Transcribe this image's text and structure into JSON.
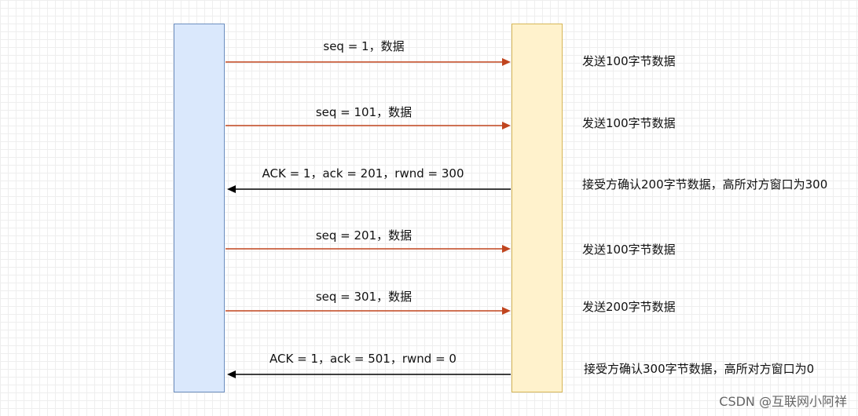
{
  "colors": {
    "forward_arrow": "#c0451f",
    "reverse_arrow": "#000000",
    "left_fill": "#dae8fc",
    "left_stroke": "#6c8ebf",
    "right_fill": "#fff2cc",
    "right_stroke": "#d6b656"
  },
  "messages": [
    {
      "label": "seq = 1，数据",
      "direction": "right",
      "note": "发送100字节数据"
    },
    {
      "label": "seq = 101，数据",
      "direction": "right",
      "note": "发送100字节数据"
    },
    {
      "label": "ACK = 1，ack = 201，rwnd = 300",
      "direction": "left",
      "note": "接受方确认200字节数据，高所对方窗口为300"
    },
    {
      "label": "seq = 201，数据",
      "direction": "right",
      "note": "发送100字节数据"
    },
    {
      "label": "seq = 301，数据",
      "direction": "right",
      "note": "发送200字节数据"
    },
    {
      "label": "ACK = 1，ack = 501，rwnd = 0",
      "direction": "left",
      "note": "接受方确认300字节数据，高所对方窗口为0"
    }
  ],
  "watermark": "CSDN @互联网小阿祥"
}
